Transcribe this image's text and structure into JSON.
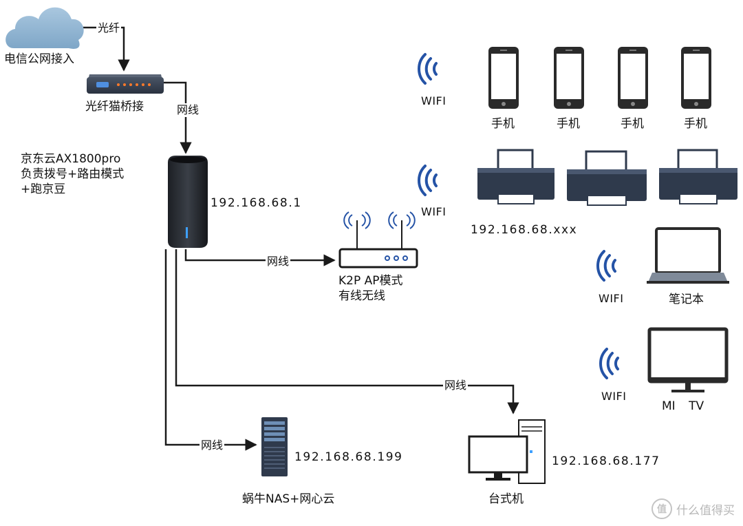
{
  "nodes": {
    "isp": "电信公网接入",
    "modem": "光纤猫桥接",
    "router_line1": "京东云AX1800pro",
    "router_line2": "负责拨号+路由模式",
    "router_line3": "+跑京豆",
    "router_ip": "192.168.68.1",
    "ap_line1": "K2P AP模式",
    "ap_line2": "有线无线",
    "nas_ip": "192.168.68.199",
    "nas": "蜗牛NAS+网心云",
    "desktop_ip": "192.168.68.177",
    "desktop": "台式机",
    "phone": "手机",
    "printers_ip": "192.168.68.xxx",
    "laptop": "笔记本",
    "tv": "MI TV"
  },
  "links": {
    "fiber": "光纤",
    "ethernet": "网线",
    "wifi": "WIFI"
  },
  "watermark": {
    "badge": "值",
    "text": "什么值得买"
  },
  "colors": {
    "line": "#1a1a1a",
    "wifi": "#2553a6",
    "cloud": "#8fb3d1",
    "device_dark": "#2f3a4c"
  }
}
